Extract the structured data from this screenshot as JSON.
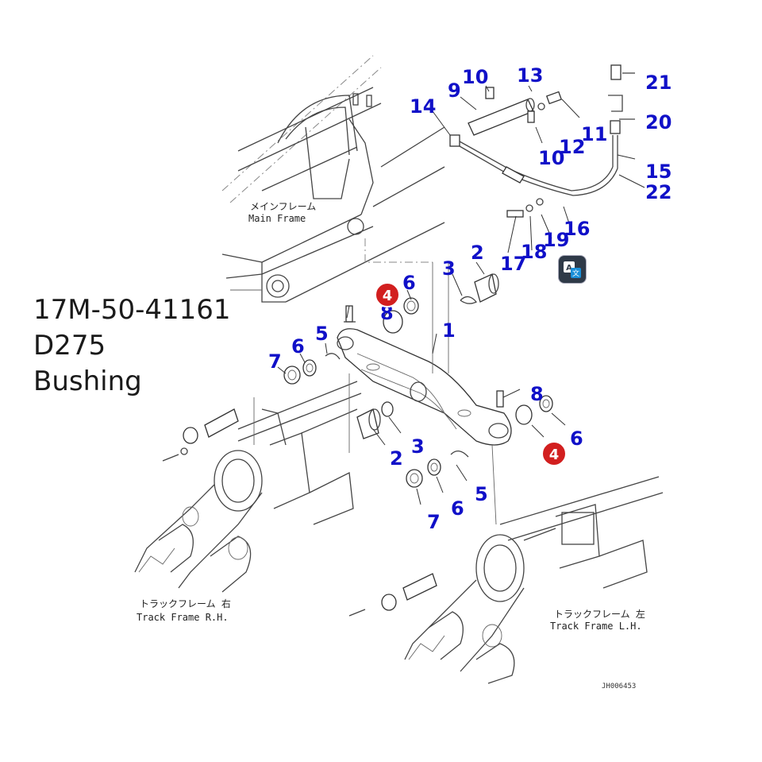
{
  "part": {
    "number": "17M-50-41161",
    "model": "D275",
    "name": "Bushing"
  },
  "labels": {
    "main_frame_jp": "メインフレーム",
    "main_frame_en": "Main Frame",
    "track_frame_rh_jp": "トラックフレーム 右",
    "track_frame_rh_en": "Track Frame R.H.",
    "track_frame_lh_jp": "トラックフレーム 左",
    "track_frame_lh_en": "Track Frame L.H.",
    "drawing_code": "JH006453"
  },
  "callouts": {
    "n1": "1",
    "n2a": "2",
    "n2b": "2",
    "n3a": "3",
    "n3b": "3",
    "n4a": "4",
    "n4b": "4",
    "n5a": "5",
    "n5b": "5",
    "n6a": "6",
    "n6b": "6",
    "n6c": "6",
    "n6d": "6",
    "n7a": "7",
    "n7b": "7",
    "n8a": "8",
    "n8b": "8",
    "n9": "9",
    "n10a": "10",
    "n10b": "10",
    "n11": "11",
    "n12": "12",
    "n13": "13",
    "n14": "14",
    "n15": "15",
    "n16": "16",
    "n17": "17",
    "n18": "18",
    "n19": "19",
    "n20": "20",
    "n21": "21",
    "n22": "22"
  },
  "colors": {
    "callout_number": "#1010c8",
    "highlight_badge": "#d21f1f",
    "line_art": "#444444"
  },
  "icons": {
    "app_icon": "translate-icon"
  }
}
